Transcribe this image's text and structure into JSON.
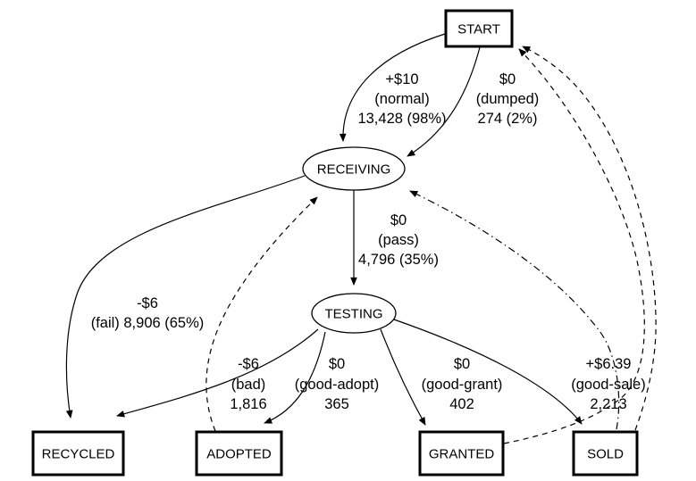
{
  "diagram": {
    "type": "state-flow-graph",
    "background_color": "#ffffff",
    "stroke_color": "#000000",
    "nodes": [
      {
        "id": "start",
        "label": "START",
        "shape": "box"
      },
      {
        "id": "receiving",
        "label": "RECEIVING",
        "shape": "ellipse"
      },
      {
        "id": "testing",
        "label": "TESTING",
        "shape": "ellipse"
      },
      {
        "id": "recycled",
        "label": "RECYCLED",
        "shape": "box"
      },
      {
        "id": "adopted",
        "label": "ADOPTED",
        "shape": "box"
      },
      {
        "id": "granted",
        "label": "GRANTED",
        "shape": "box"
      },
      {
        "id": "sold",
        "label": "SOLD",
        "shape": "box"
      }
    ],
    "edges": [
      {
        "from": "START",
        "to": "RECEIVING",
        "style": "solid",
        "label_lines": [
          "+$10",
          "(normal)",
          "13,428 (98%)"
        ]
      },
      {
        "from": "START",
        "to": "RECEIVING",
        "style": "solid",
        "label_lines": [
          "$0",
          "(dumped)",
          "274 (2%)"
        ]
      },
      {
        "from": "RECEIVING",
        "to": "TESTING",
        "style": "solid",
        "label_lines": [
          "$0",
          "(pass)",
          "4,796 (35%)"
        ]
      },
      {
        "from": "RECEIVING",
        "to": "RECYCLED",
        "style": "solid",
        "label_lines": [
          "-$6",
          "(fail) 8,906 (65%)"
        ]
      },
      {
        "from": "TESTING",
        "to": "RECYCLED",
        "style": "solid",
        "label_lines": [
          "-$6",
          "(bad)",
          "1,816"
        ]
      },
      {
        "from": "TESTING",
        "to": "ADOPTED",
        "style": "solid",
        "label_lines": [
          "$0",
          "(good-adopt)",
          "365"
        ]
      },
      {
        "from": "TESTING",
        "to": "GRANTED",
        "style": "solid",
        "label_lines": [
          "$0",
          "(good-grant)",
          "402"
        ]
      },
      {
        "from": "TESTING",
        "to": "SOLD",
        "style": "solid",
        "label_lines": [
          "+$6.39",
          "(good-sale)",
          "2,213"
        ]
      },
      {
        "from": "ADOPTED",
        "to": "RECEIVING",
        "style": "dashed",
        "label_lines": []
      },
      {
        "from": "SOLD",
        "to": "RECEIVING",
        "style": "dash-dot",
        "label_lines": []
      },
      {
        "from": "GRANTED",
        "to": "START",
        "style": "dashed",
        "label_lines": []
      },
      {
        "from": "SOLD",
        "to": "START",
        "style": "dashed",
        "label_lines": []
      }
    ]
  }
}
